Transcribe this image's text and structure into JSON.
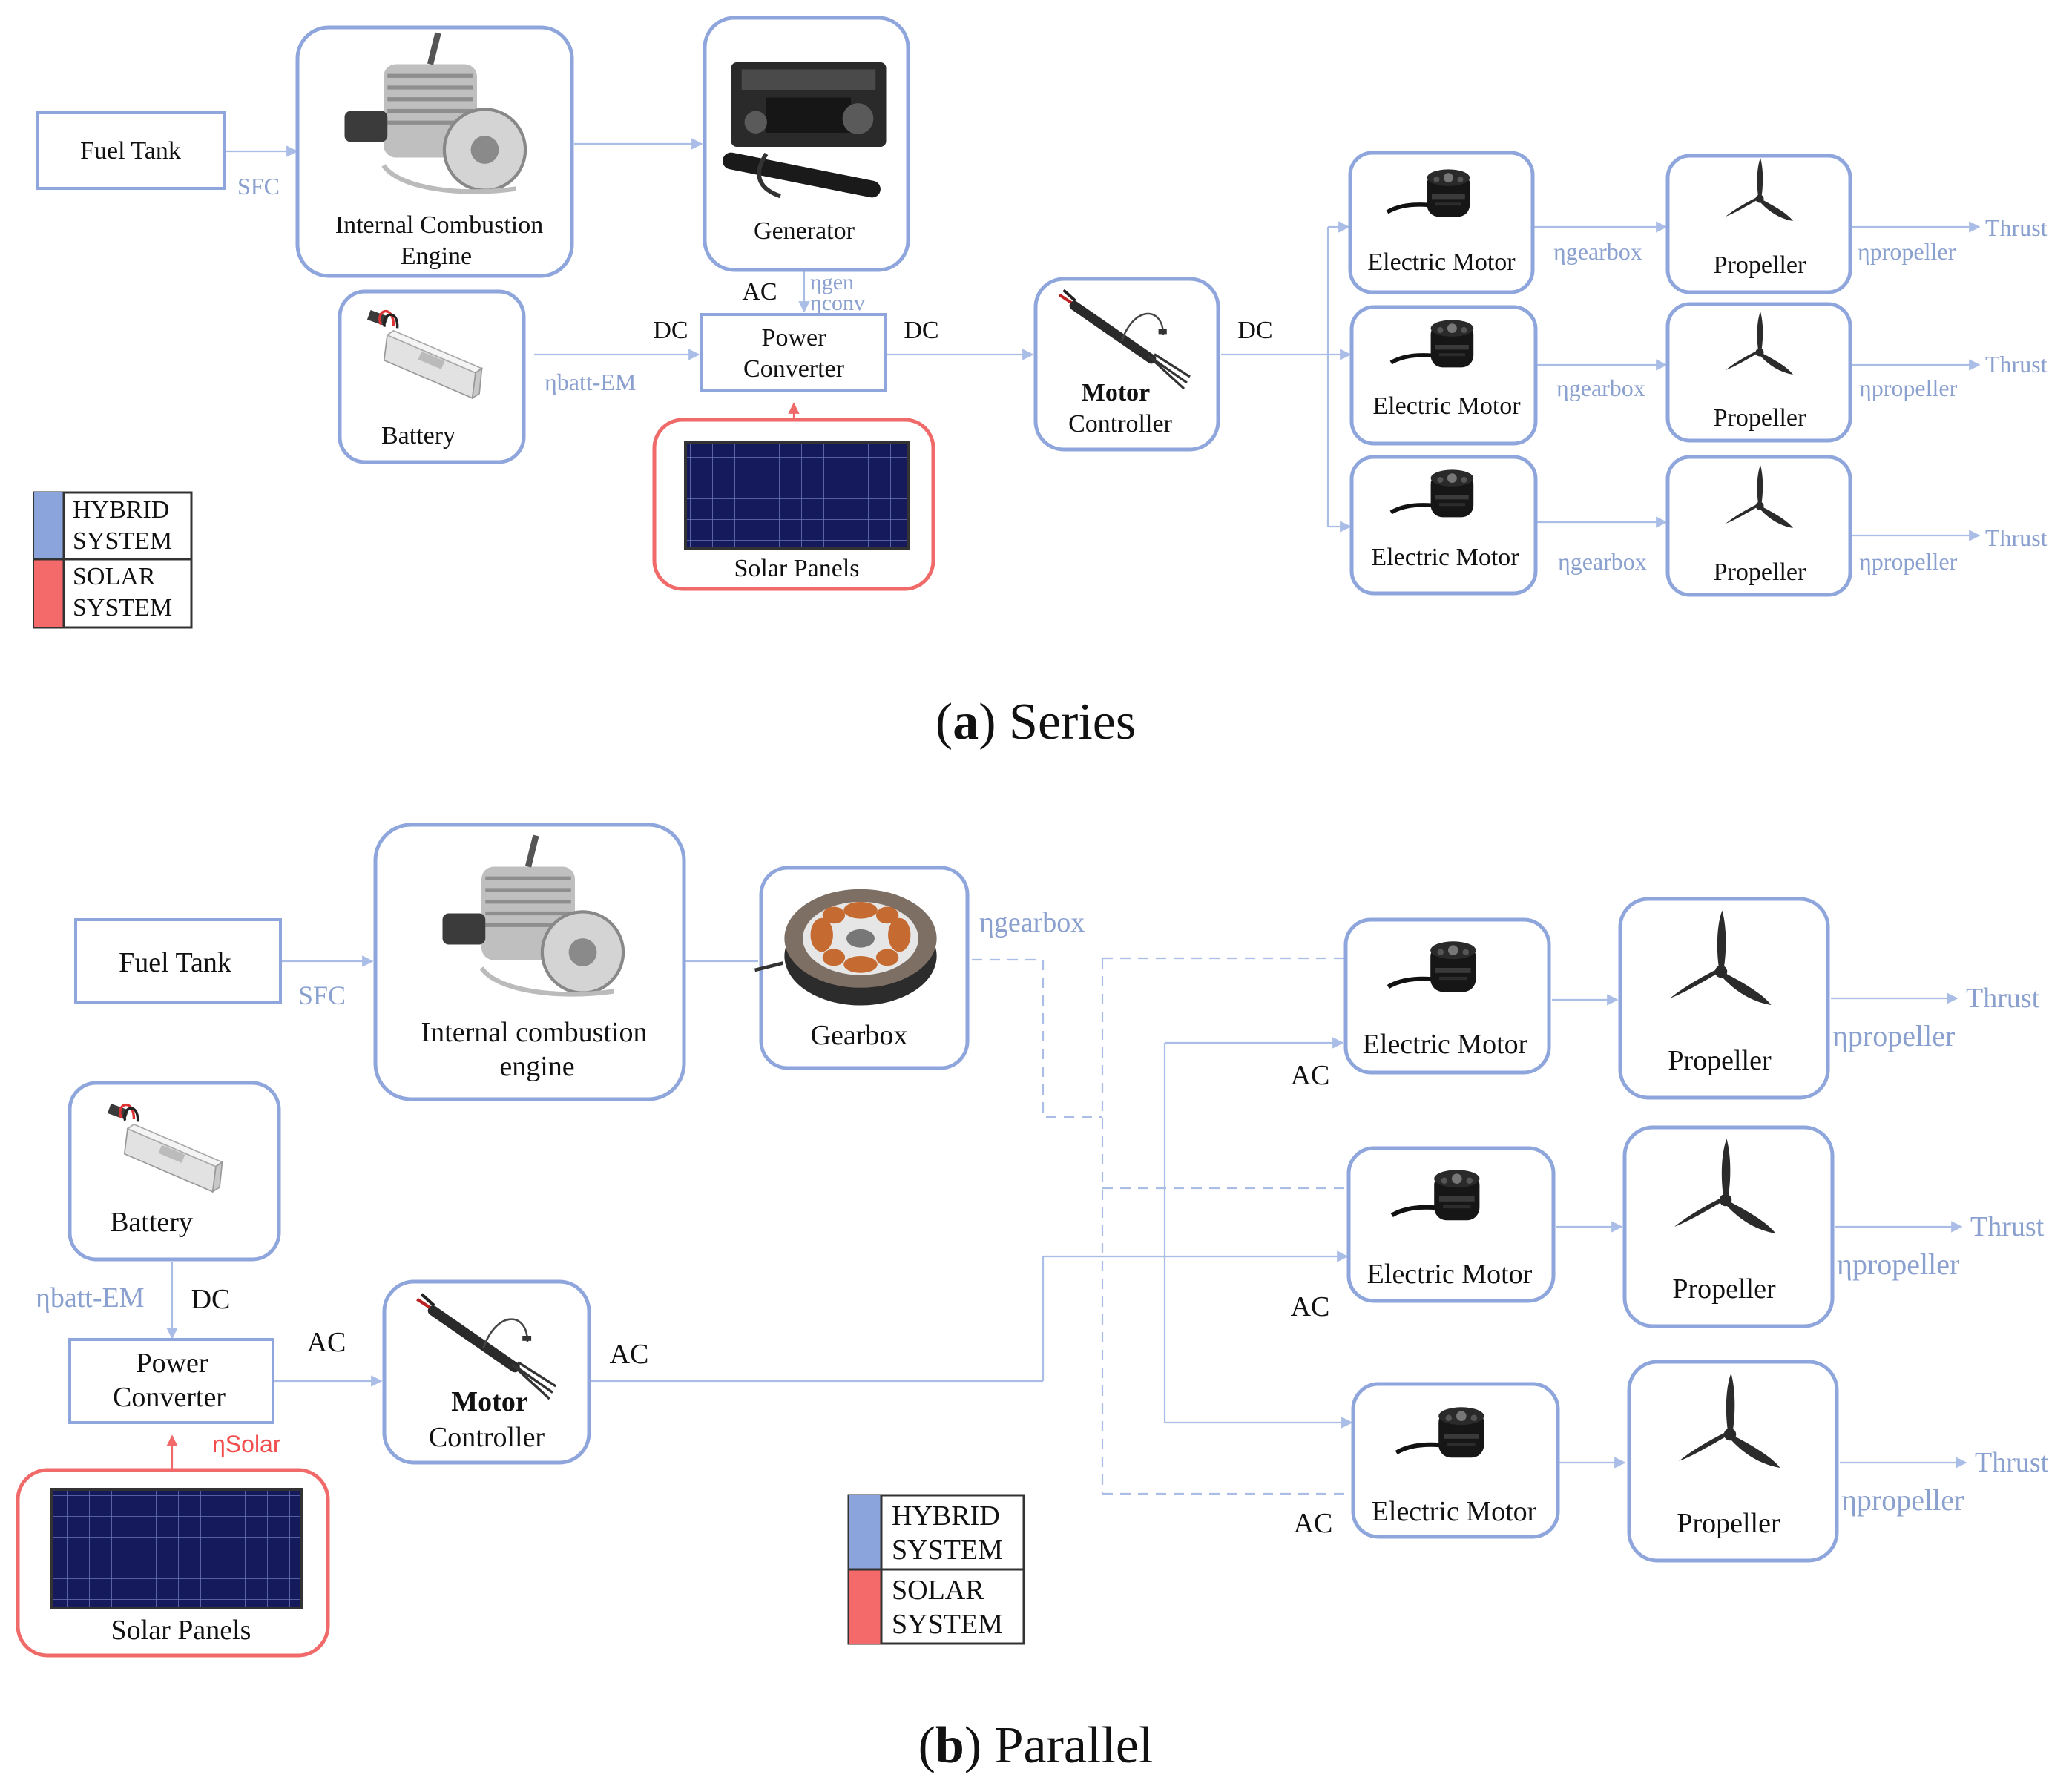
{
  "colors": {
    "hybrid": "#8ba4dc",
    "solar": "#f46a6a",
    "box_border": "#8fa6dc",
    "solar_border": "#f06a6a",
    "wire": "#a9bde6",
    "eta_text": "#8aa0cf"
  },
  "icons": [
    "engine-icon",
    "generator-icon",
    "battery-icon",
    "solar-panel-icon",
    "motor-controller-icon",
    "electric-motor-icon",
    "propeller-icon",
    "gearbox-icon"
  ],
  "series": {
    "caption_letter": "a",
    "caption_text": " Series",
    "fuel_tank": "Fuel Tank",
    "sfc": "SFC",
    "engine_line1": "Internal Combustion",
    "engine_line2": "Engine",
    "generator": "Generator",
    "ac": "AC",
    "eta_gen": "ηgen",
    "eta_conv": "ηconv",
    "battery": "Battery",
    "eta_batt": "ηbatt-EM",
    "dc_in": "DC",
    "power_converter_line1": "Power",
    "power_converter_line2": "Converter",
    "dc_out": "DC",
    "solar_panels": "Solar Panels",
    "motor_controller_line1": "Motor",
    "motor_controller_line2": "Controller",
    "dc_mc": "DC",
    "electric_motor": "Electric Motor",
    "eta_gearbox": "ηgearbox",
    "propeller": "Propeller",
    "eta_propeller": "ηpropeller",
    "thrust": "Thrust",
    "legend": {
      "hybrid_line1": "HYBRID",
      "hybrid_line2": "SYSTEM",
      "solar_line1": "SOLAR",
      "solar_line2": "SYSTEM"
    }
  },
  "parallel": {
    "caption_letter": "b",
    "caption_text": " Parallel",
    "fuel_tank": "Fuel Tank",
    "sfc": "SFC",
    "engine_line1": "Internal combustion",
    "engine_line2": "engine",
    "gearbox": "Gearbox",
    "eta_gearbox": "ηgearbox",
    "battery": "Battery",
    "eta_batt": "ηbatt-EM",
    "dc": "DC",
    "power_converter_line1": "Power",
    "power_converter_line2": "Converter",
    "ac_pc": "AC",
    "eta_solar": "ηSolar",
    "solar_panels": "Solar Panels",
    "motor_controller_line1": "Motor",
    "motor_controller_line2": "Controller",
    "ac_mc": "AC",
    "ac": "AC",
    "electric_motor": "Electric Motor",
    "propeller": "Propeller",
    "eta_propeller": "ηpropeller",
    "thrust": "Thrust",
    "legend": {
      "hybrid_line1": "HYBRID",
      "hybrid_line2": "SYSTEM",
      "solar_line1": "SOLAR",
      "solar_line2": "SYSTEM"
    }
  }
}
